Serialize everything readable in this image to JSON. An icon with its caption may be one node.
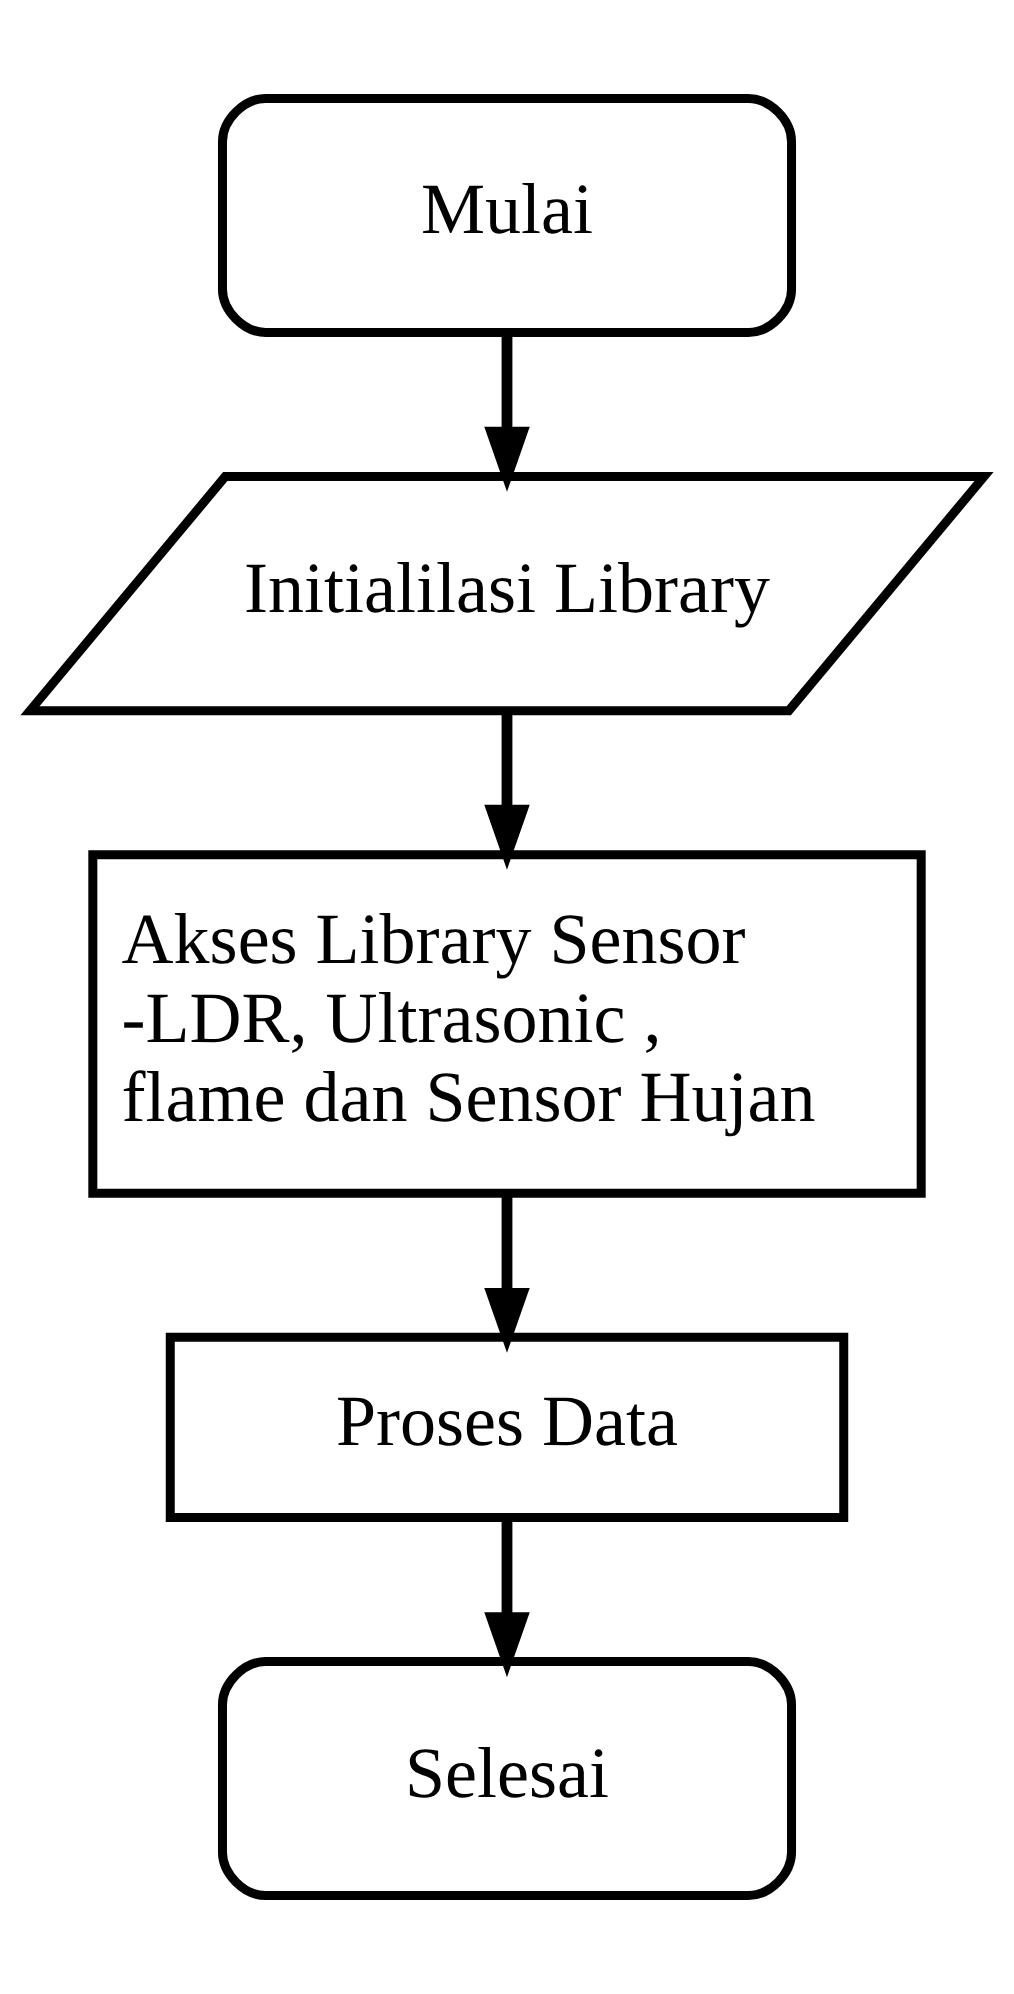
{
  "diagram": {
    "nodes": [
      {
        "text": [
          "Mulai"
        ]
      },
      {
        "text": [
          "Initialilasi Library"
        ]
      },
      {
        "text": [
          "Akses Library Sensor -LDR, Ultrasonic , flame dan Sensor Hujan"
        ]
      },
      {
        "text": [
          "Proses Data"
        ]
      },
      {
        "text": [
          "Selesai"
        ]
      }
    ],
    "edges": [
      {
        "from": 0,
        "to": 1,
        "arrow": "to"
      },
      {
        "from": 1,
        "to": 2,
        "arrow": "to"
      },
      {
        "from": 2,
        "to": 3,
        "arrow": "to"
      },
      {
        "from": 3,
        "to": 4,
        "arrow": "to"
      }
    ]
  }
}
